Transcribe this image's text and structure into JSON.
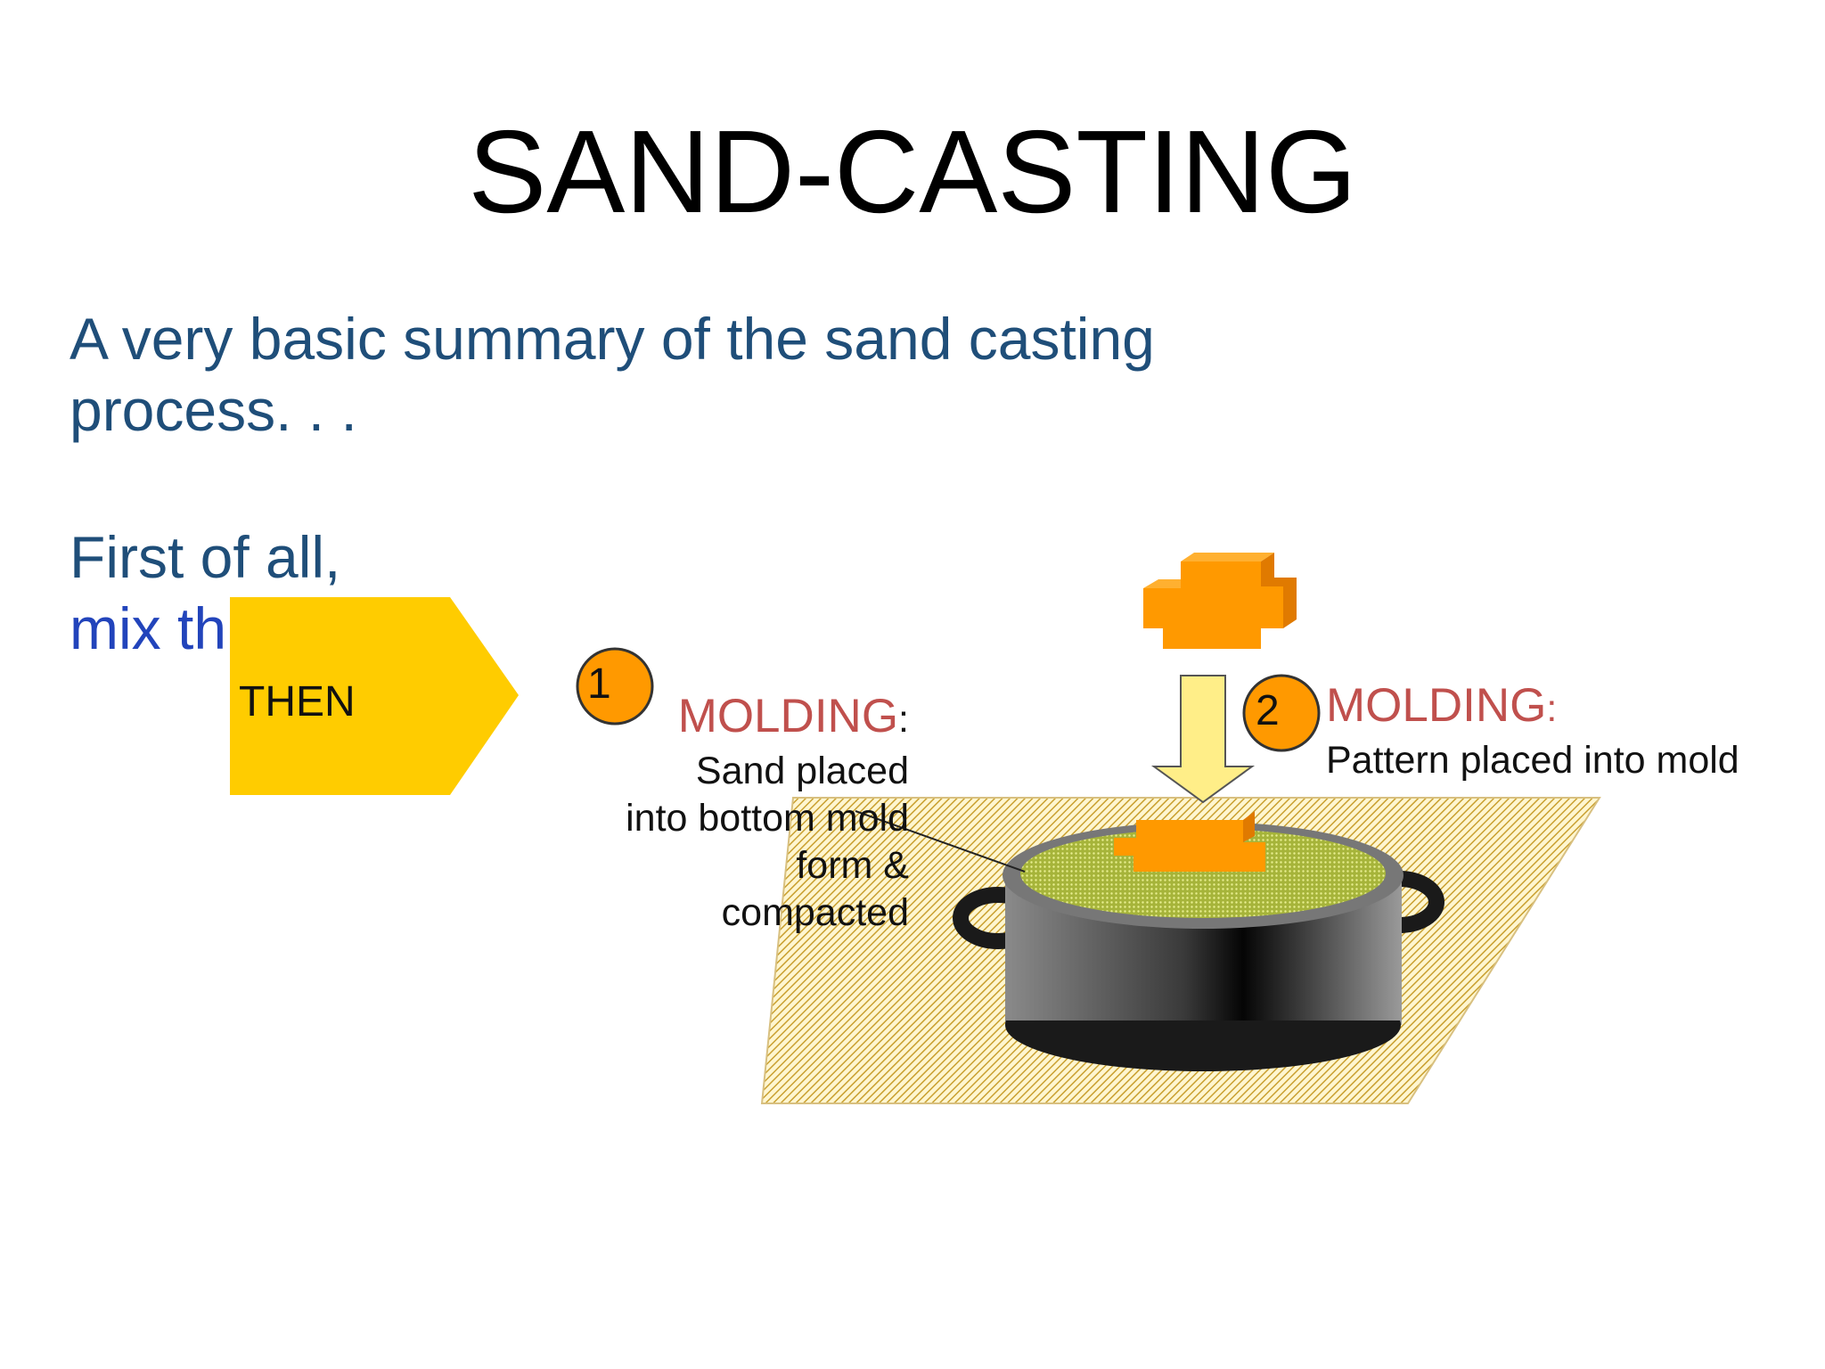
{
  "slide": {
    "title": "SAND-CASTING",
    "subtitle": "A very basic summary of the sand casting process. . .",
    "first_line": "First of all,",
    "mix_line": "mix th"
  },
  "then_label": "THEN",
  "steps": [
    {
      "number": "1",
      "title": "MOLDING",
      "colon": ":",
      "lines": [
        "Sand placed",
        "into bottom mold",
        "form &",
        "compacted"
      ]
    },
    {
      "number": "2",
      "title": "MOLDING",
      "colon": ":",
      "lines": [
        "Pattern placed into mold"
      ]
    }
  ],
  "colors": {
    "title": "#000000",
    "subtitle": "#1f4e79",
    "mix": "#2244bb",
    "step_title": "#c0504d",
    "then_arrow": "#ffcc00",
    "badge": "#ff9900",
    "pattern": "#ff9900",
    "down_arrow": "#ffee88",
    "sand": "#99aa33",
    "plate": "#d4b040"
  },
  "icons": [
    "then-chevron-arrow",
    "down-arrow-icon",
    "pattern-block-icon",
    "mold-flask-icon"
  ]
}
